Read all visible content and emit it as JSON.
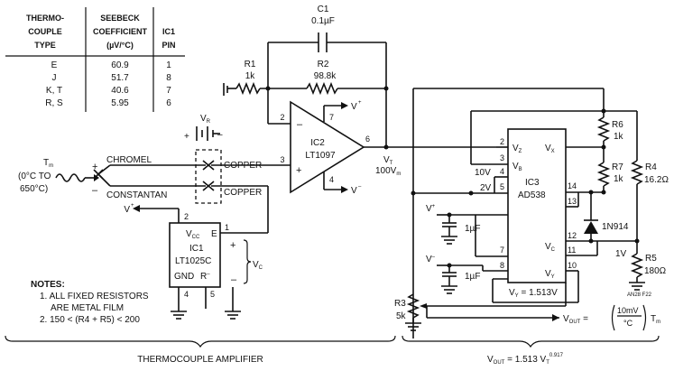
{
  "table": {
    "headers": [
      [
        "THERMO-",
        "COUPLE",
        "TYPE"
      ],
      [
        "SEEBECK",
        "COEFFICIENT",
        "(µV/°C)"
      ],
      [
        "IC1",
        "PIN"
      ]
    ],
    "rows": [
      [
        "E",
        "60.9",
        "1"
      ],
      [
        "J",
        "51.7",
        "8"
      ],
      [
        "K, T",
        "40.6",
        "7"
      ],
      [
        "R, S",
        "5.95",
        "6"
      ]
    ]
  },
  "components": {
    "c1": "C1",
    "c1_val": "0.1µF",
    "r1": "R1",
    "r1_val": "1k",
    "r2": "R2",
    "r2_val": "98.8k",
    "ic2": "IC2",
    "ic2_part": "LT1097",
    "ic1": "IC1",
    "ic1_part": "LT1025C",
    "ic3": "IC3",
    "ic3_part": "AD538",
    "r6": "R6",
    "r6_val": "1k",
    "r7": "R7",
    "r7_val": "1k",
    "r4": "R4",
    "r4_val": "16.2Ω",
    "r5": "R5",
    "r5_val": "180Ω",
    "r3": "R3",
    "r3_val": "5k",
    "diode": "1N914",
    "cap_left": "1µF",
    "cap_right": "1µF"
  },
  "labels": {
    "vr": "V",
    "vr_sub": "R",
    "chromel": "CHROMEL",
    "constantan": "CONSTANTAN",
    "copper1": "COPPER",
    "copper2": "COPPER",
    "tm": "T",
    "tm_sub": "m",
    "tm_range1": "(0°C TO",
    "tm_range2": "650°C)",
    "vt": "V",
    "vt_sub": "T",
    "vt_val": "100V",
    "vt_val_sub": "m",
    "vc": "V",
    "vc_sub": "C",
    "v10": "10V",
    "v2": "2V",
    "v1": "1V",
    "vy_eq": "V",
    "vy_eq_sub": "Y",
    "vy_eq_val": " = 1.513V",
    "vplus": "V",
    "vminus": "V",
    "plus_sign": "+",
    "minus_sign": "–",
    "an": "AN28 F22"
  },
  "ic1_pins": {
    "vcc": "V",
    "vcc_sub": "CC",
    "e": "E",
    "gnd": "GND",
    "r": "R",
    "p1": "1",
    "p2": "2",
    "p4": "4",
    "p5": "5"
  },
  "ic2_pins": {
    "p2": "2",
    "p3": "3",
    "p4": "4",
    "p6": "6",
    "p7": "7"
  },
  "ic3_pins": {
    "vz": "V",
    "vz_sub": "Z",
    "vb": "V",
    "vb_sub": "B",
    "vx": "V",
    "vx_sub": "X",
    "vc": "V",
    "vc_sub": "C",
    "vy": "V",
    "vy_sub": "Y",
    "p2": "2",
    "p3": "3",
    "p4": "4",
    "p5": "5",
    "p7": "7",
    "p8": "8",
    "p10": "10",
    "p11": "11",
    "p12": "12",
    "p13": "13",
    "p14": "14"
  },
  "notes": {
    "title": "NOTES:",
    "n1a": "1. ALL FIXED RESISTORS",
    "n1b": "ARE METAL FILM",
    "n2": "2. 150 < (R4 + R5) < 200"
  },
  "formulas": {
    "vout": "V",
    "vout_sub": "OUT",
    "eq": " = ",
    "num": "10mV",
    "den": "°C",
    "tm": "T",
    "tm_sub": "m",
    "bottom_vout": "V",
    "bottom_vout_sub": "OUT",
    "bottom_eq": " = 1.513 V",
    "bottom_vt_sub": "T",
    "bottom_exp": "0.917"
  },
  "sections": {
    "left": "THERMOCOUPLE AMPLIFIER",
    "right_main": "V",
    "right_sub": "OUT",
    "right_rest": " = 1.513 V",
    "right_sub2": "T",
    "right_exp": "0.917"
  }
}
